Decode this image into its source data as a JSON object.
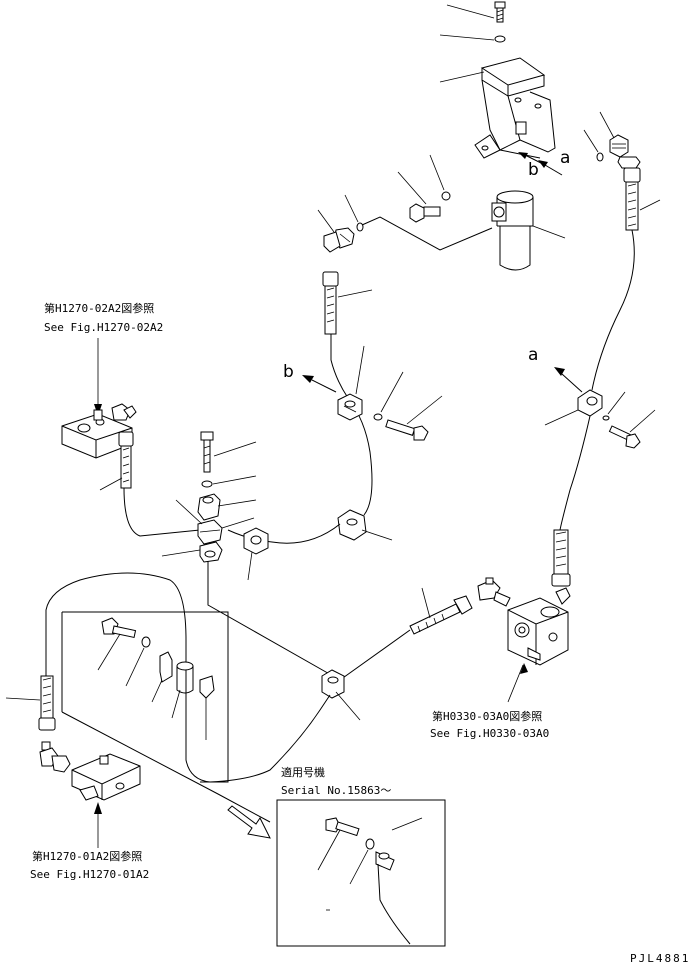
{
  "references": {
    "h1270_02a2_jp": "第H1270-02A2図参照",
    "h1270_02a2_en": "See Fig.H1270-02A2",
    "h0330_03a0_jp": "第H0330-03A0図参照",
    "h0330_03a0_en": "See Fig.H0330-03A0",
    "h1270_01a2_jp": "第H1270-01A2図参照",
    "h1270_01a2_en": "See Fig.H1270-01A2"
  },
  "serial_note": {
    "title_jp": "適用号機",
    "serial": "Serial No.15863～"
  },
  "markers": {
    "a": "a",
    "b": "b"
  },
  "drawing_code": "PJL4881"
}
